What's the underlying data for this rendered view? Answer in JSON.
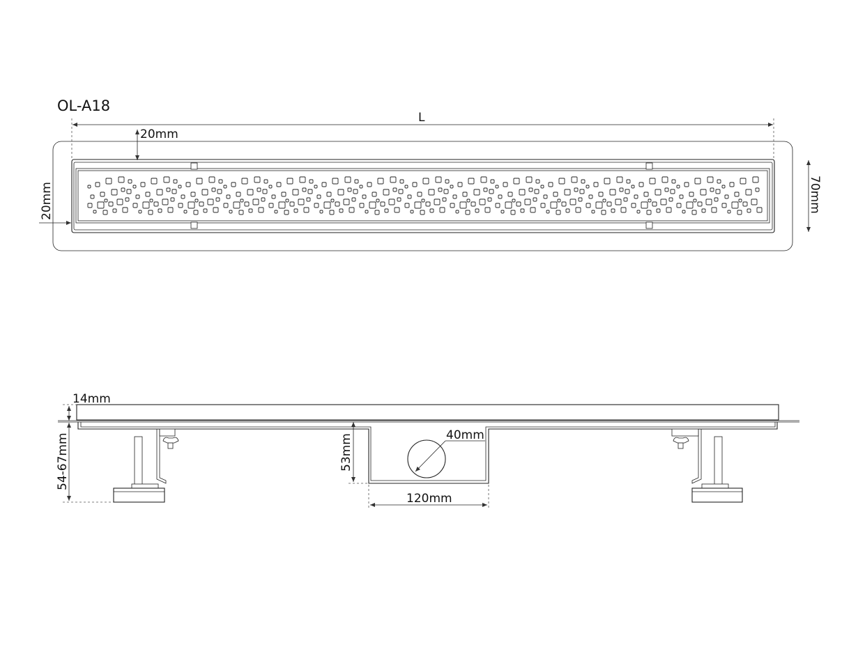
{
  "model": "OL-A18",
  "top_view": {
    "length_label": "L",
    "flange_width_label": "20mm",
    "side_flange_label": "20mm",
    "total_width_label": "70mm",
    "grate_pattern": "scattered-squares"
  },
  "side_view": {
    "grate_thickness_label": "14mm",
    "height_range_label": "54-67mm",
    "channel_depth_label": "53mm",
    "outlet_diameter_label": "40mm",
    "outlet_width_label": "120mm"
  },
  "colors": {
    "line": "#222222",
    "dim": "#555555",
    "background": "#ffffff"
  }
}
